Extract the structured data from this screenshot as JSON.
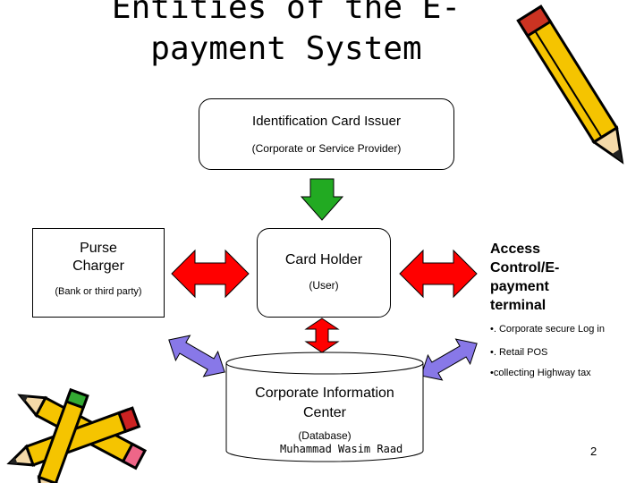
{
  "slide": {
    "title_line1": "Entities of the E-",
    "title_line2": "payment System",
    "issuer": {
      "name": "Identification Card Issuer",
      "sub": "(Corporate or Service Provider)"
    },
    "purse": {
      "line1": "Purse",
      "line2": "Charger",
      "sub": "(Bank or third party)"
    },
    "holder": {
      "name": "Card Holder",
      "sub": "(User)"
    },
    "access": {
      "line1": "Access",
      "line2": "Control/E-",
      "line3": "payment",
      "line4": "terminal"
    },
    "bullets": [
      "•. Corporate secure Log in",
      "•. Retail POS",
      "•collecting Highway tax"
    ],
    "center": {
      "line1": "Corporate Information",
      "line2": "Center",
      "sub": "(Database)"
    },
    "author": "Muhammad Wasim Raad",
    "page_number": "2"
  },
  "colors": {
    "green": "#22aa22",
    "red": "#ff0000",
    "purple": "#8878e8",
    "pencil": "#f5c400"
  }
}
